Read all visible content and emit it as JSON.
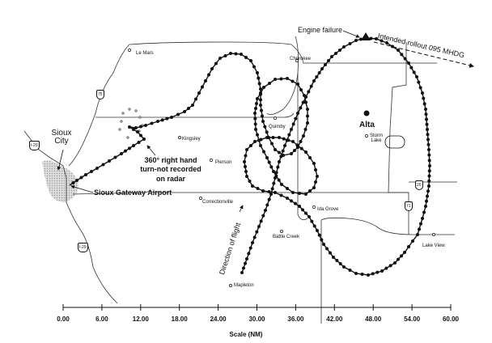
{
  "annotations": {
    "engine_failure": "Engine failure",
    "intended_rollout": "Intended rollout 095 MHDG",
    "turn_note_1": "360° right hand",
    "turn_note_2": "turn-not recorded",
    "turn_note_3": "on radar",
    "airport": "Sioux Gateway Airport",
    "direction": "Direction of flight"
  },
  "cities": {
    "sioux_city_1": "Sioux",
    "sioux_city_2": "City",
    "alta": "Alta"
  },
  "towns": {
    "le_mars": "Le Mars",
    "cherokee": "Cherokee",
    "quimby": "Quimby",
    "kingsley": "Kingsley",
    "pierson": "Pierson",
    "correctionville": "Correctionville",
    "storm_lake_1": "Storm",
    "storm_lake_2": "Lake",
    "ida_grove": "Ida Grove",
    "battle_creek": "Battle Creek",
    "lake_view": "Lake View",
    "mapleton": "Mapleton"
  },
  "highways": {
    "i29_north": "I-29",
    "i29_south": "I-29",
    "us75": "75",
    "us20": "20",
    "us71": "71"
  },
  "scale": {
    "title": "Scale  (NM)",
    "ticks": [
      "0.00",
      "6.00",
      "12.00",
      "18.00",
      "24.00",
      "30.00",
      "36.00",
      "42.00",
      "48.00",
      "54.00",
      "60.00"
    ]
  },
  "colors": {
    "ink": "#111111",
    "city_shade": "#c8c8c8"
  }
}
